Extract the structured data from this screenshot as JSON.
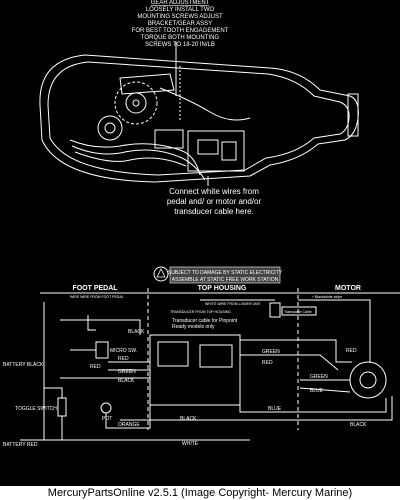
{
  "gear_note": {
    "title": "GEAR ADJUSTMENT",
    "lines": [
      "LOOSELY INSTALL TWO",
      "MOUNTING SCREWS ADJUST",
      "BRACKET/GEAR ASSY",
      "FOR BEST TOOTH ENGAGEMENT",
      "TORQUE BOTH MOUNTING",
      "SCREWS TO 18-20 IN/LB"
    ]
  },
  "connect_note": {
    "lines": [
      "Connect white wires from",
      "pedal and/ or motor and/or",
      "transducer cable here."
    ]
  },
  "warning": {
    "line1": "SUBJECT TO DAMAGE BY STATIC ELECTRICITY",
    "line2": "ASSEMBLE AT STATIC FREE WORK STATION"
  },
  "sections": {
    "foot_pedal": "FOOT PEDAL",
    "top_housing": "TOP HOUSING",
    "motor": "MOTOR"
  },
  "small_notes": {
    "foot_pedal_sub": "WIRE WIRE FROM FOOT PEDAL",
    "white_wire": "WHITE WIRE FROM LOWER UNIT",
    "transducer_small": "TRANSDUCER FROM TOP HOUSING",
    "transducer_tag": "Transducer Cable",
    "transducer_note1": "Transducer cable for Pinpoint",
    "transducer_note2": "Ready models only",
    "motor_note": "+ Black/white stripe"
  },
  "wire_labels": {
    "black_top": "BLACK",
    "battery_black": "BATTERY BLACK",
    "micro_sw": "MICRO SW.",
    "red1": "RED",
    "red2": "RED",
    "green_left": "GREEN",
    "black_left": "BLACK",
    "green_mid": "GREEN",
    "green_motor": "GREEN",
    "red_mid": "RED",
    "red_motor": "RED",
    "blue": "BLUE",
    "blue_motor": "BLUE",
    "black_bottom": "BLACK",
    "black_mid": "BLACK",
    "orange": "ORANGE",
    "white": "WHITE",
    "battery_red": "BATTERY RED",
    "pot": "POT",
    "toggle_switch": "TOGGLE SWITCH"
  },
  "footer": "MercuryPartsOnline v2.5.1 (Image Copyright- Mercury Marine)"
}
